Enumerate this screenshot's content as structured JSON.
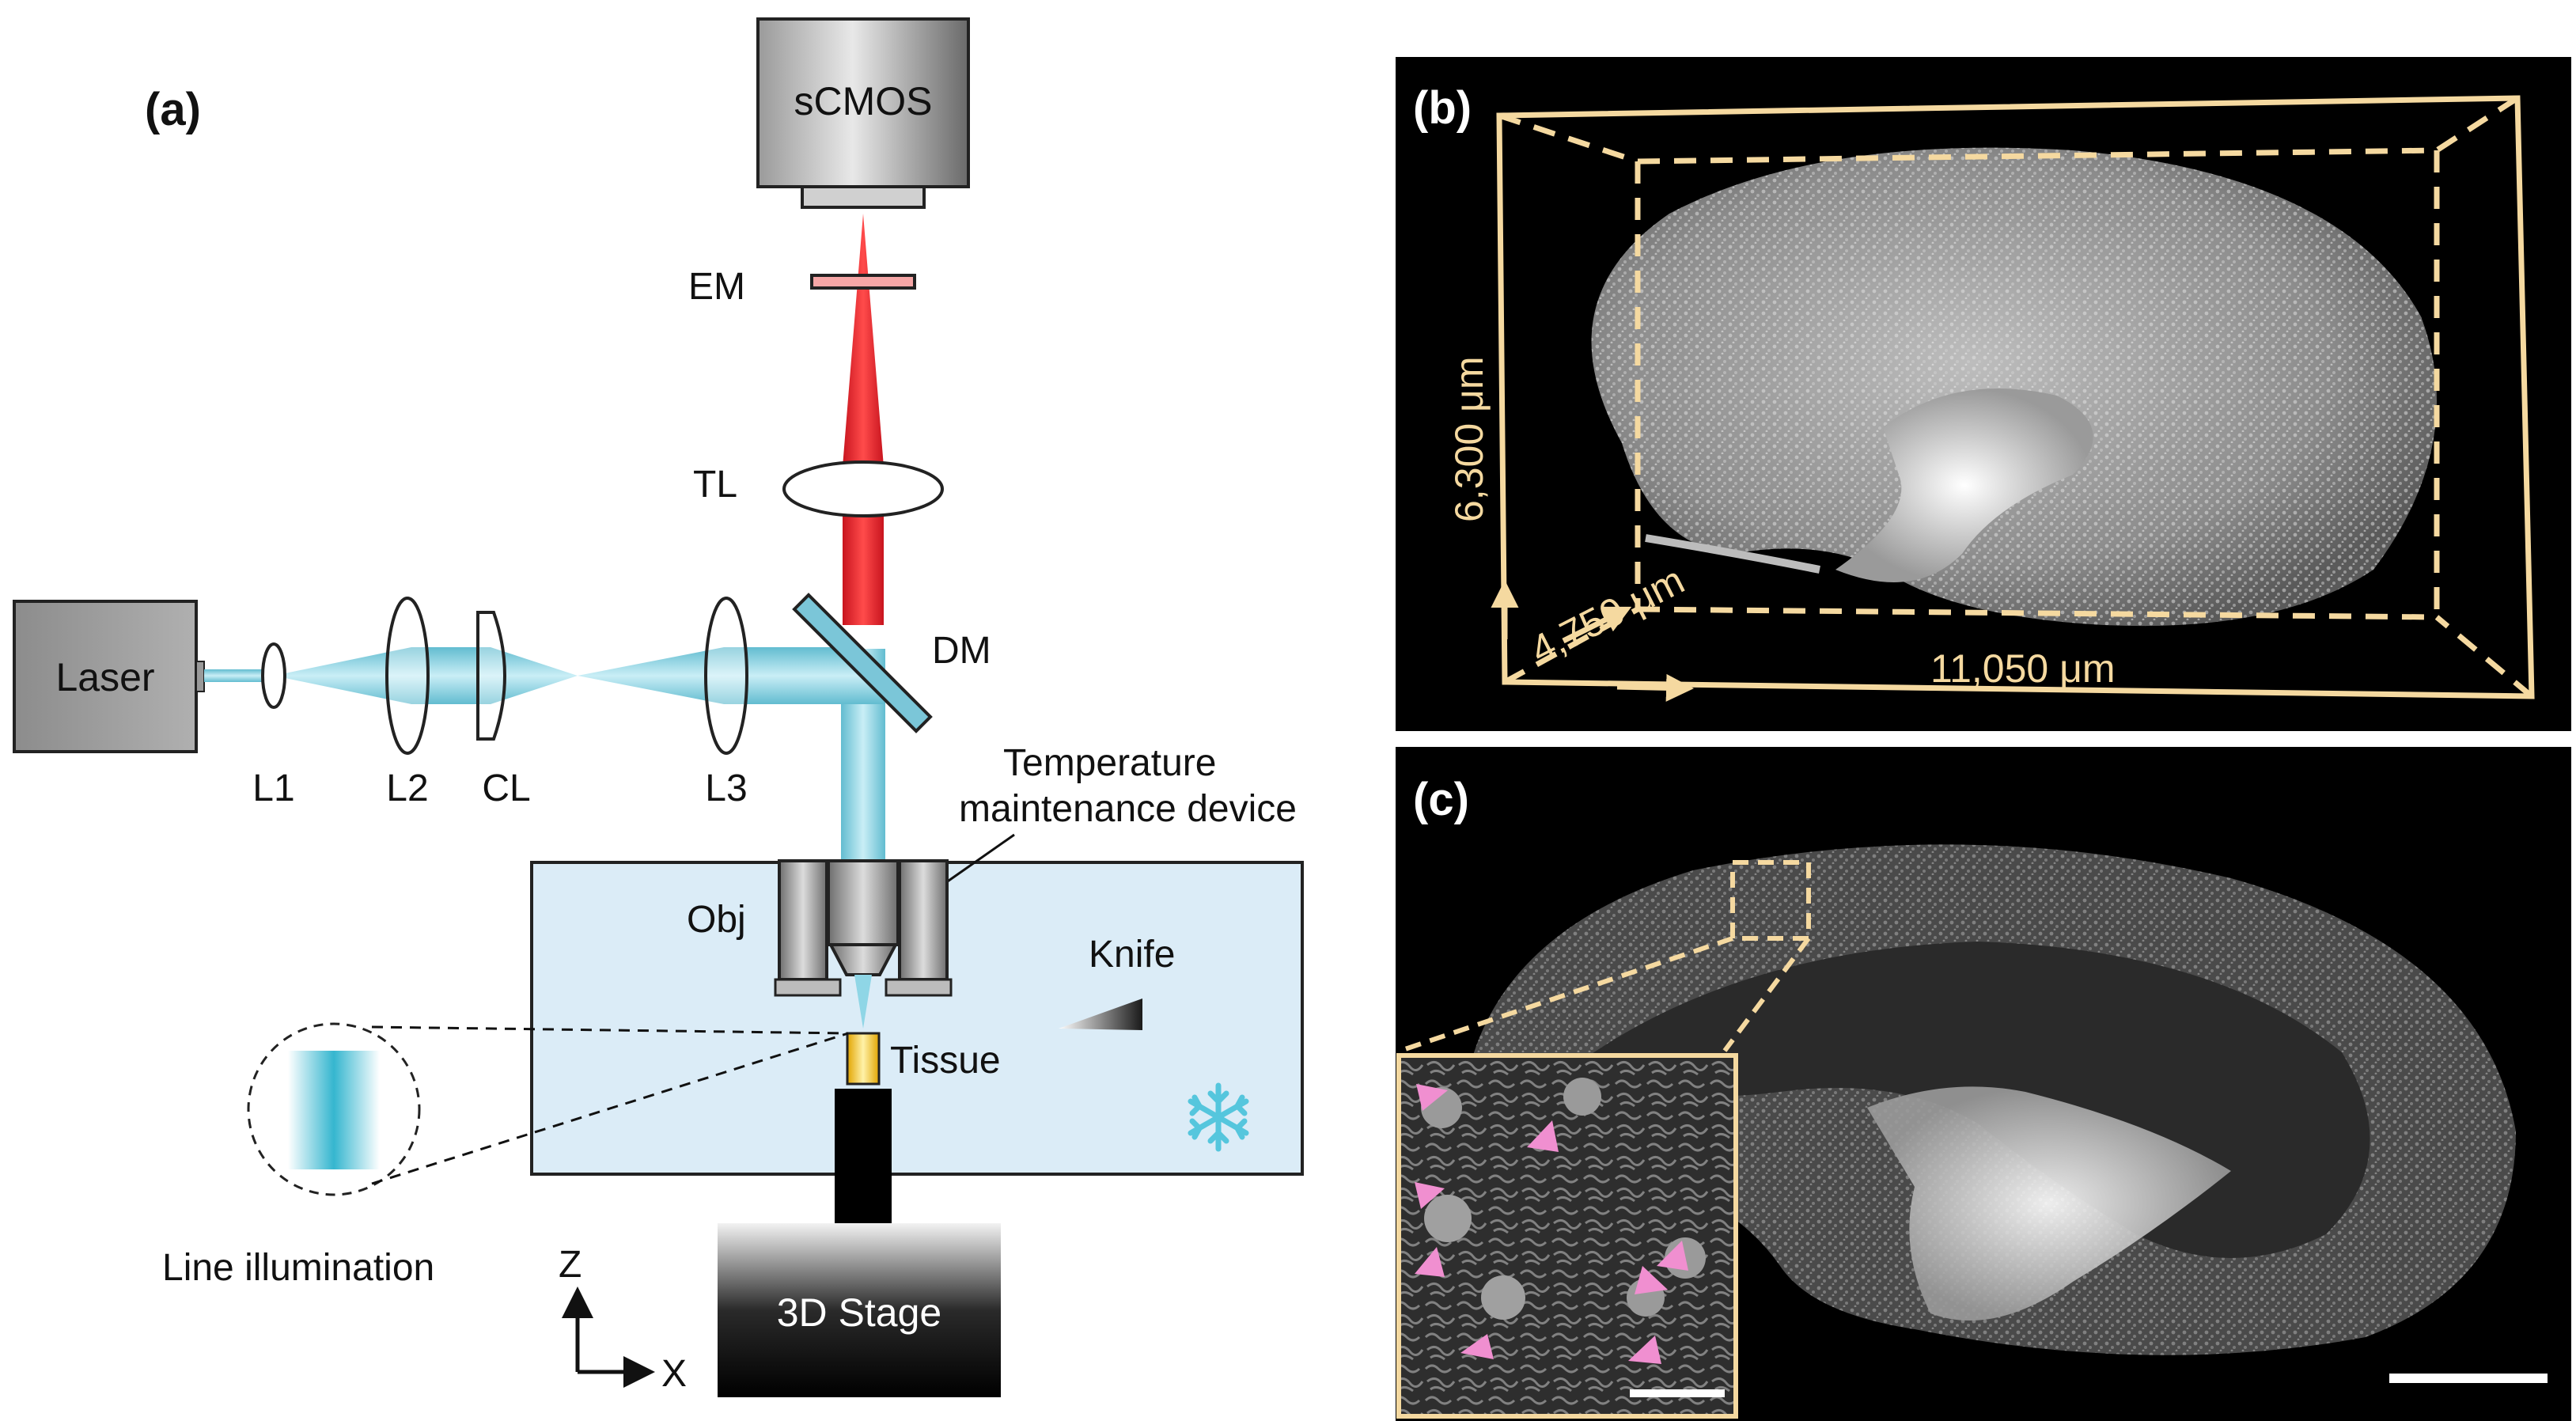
{
  "panel_a": {
    "label": "(a)",
    "components": {
      "camera": "sCMOS",
      "emission_filter": "EM",
      "tube_lens": "TL",
      "dichroic": "DM",
      "laser": "Laser",
      "lens1": "L1",
      "lens2": "L2",
      "cyl_lens": "CL",
      "lens3": "L3",
      "temp_device_line1": "Temperature",
      "temp_device_line2": "maintenance device",
      "objective": "Obj",
      "knife": "Knife",
      "tissue": "Tissue",
      "line_illum": "Line illumination",
      "stage": "3D Stage",
      "axis_z": "Z",
      "axis_x": "X"
    }
  },
  "panel_b": {
    "label": "(b)",
    "dim_height": "6,300 μm",
    "dim_depth": "4,750 μm",
    "dim_width": "11,050 μm"
  },
  "panel_c": {
    "label": "(c)",
    "arrowhead_count": 8
  },
  "colors": {
    "beam_blue": "#5ec3d6",
    "beam_red": "#e8202a",
    "bath": "#dbecf7",
    "frame": "#f5d9a0",
    "arrowhead": "#f08fd0",
    "snowflake": "#55c6dd"
  }
}
